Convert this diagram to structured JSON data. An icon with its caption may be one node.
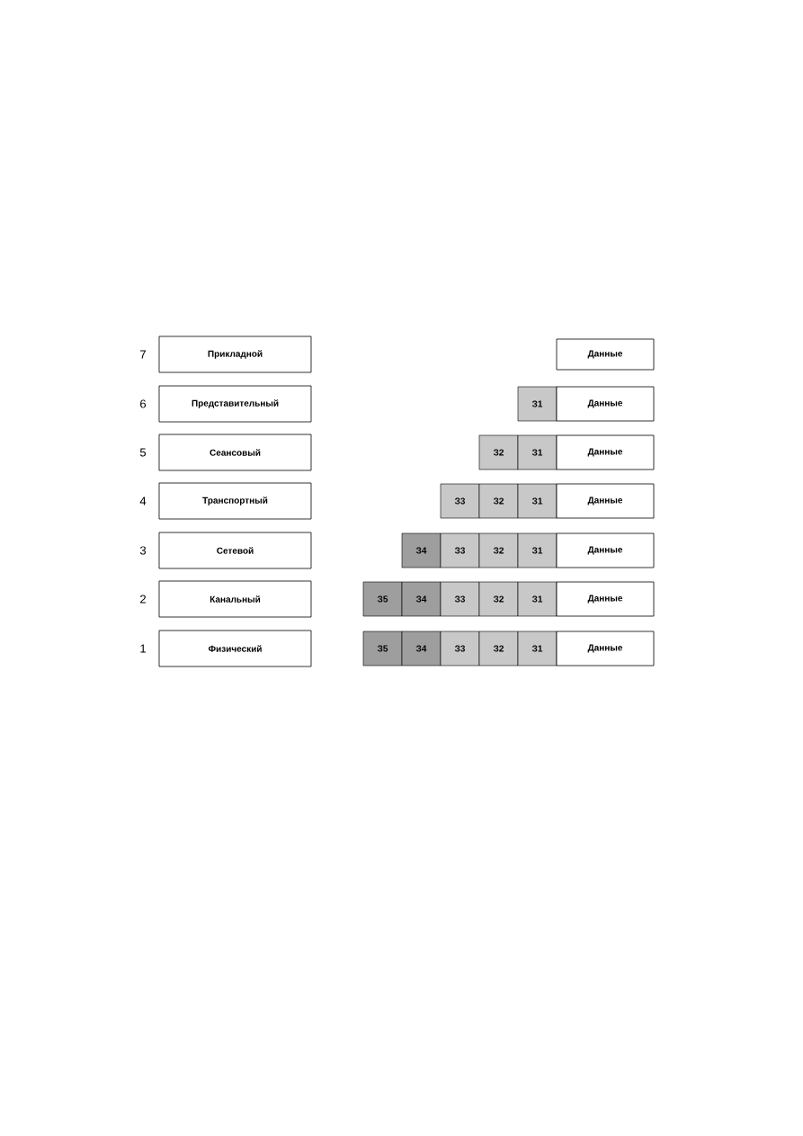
{
  "diagram": {
    "nodes": [
      {
        "text": [
          "Прикладной"
        ],
        "beside": [
          "7"
        ]
      },
      {
        "text": [
          "Данные"
        ]
      },
      {
        "text": [
          "Представительный"
        ],
        "beside": [
          "6"
        ]
      },
      {
        "text": [
          "З1"
        ]
      },
      {
        "text": [
          "Данные"
        ]
      },
      {
        "text": [
          "Сеансовый"
        ],
        "beside": [
          "5"
        ]
      },
      {
        "text": [
          "З2"
        ]
      },
      {
        "text": [
          "З1"
        ]
      },
      {
        "text": [
          "Данные"
        ]
      },
      {
        "text": [
          "Транспортный"
        ],
        "beside": [
          "4"
        ]
      },
      {
        "text": [
          "З3"
        ]
      },
      {
        "text": [
          "З2"
        ]
      },
      {
        "text": [
          "З1"
        ]
      },
      {
        "text": [
          "Данные"
        ]
      },
      {
        "text": [
          "Сетевой"
        ],
        "beside": [
          "3"
        ]
      },
      {
        "text": [
          "З4"
        ]
      },
      {
        "text": [
          "З3"
        ]
      },
      {
        "text": [
          "З2"
        ]
      },
      {
        "text": [
          "З1"
        ]
      },
      {
        "text": [
          "Данные"
        ]
      },
      {
        "text": [
          "Канальный"
        ],
        "beside": [
          "2"
        ]
      },
      {
        "text": [
          "З5"
        ]
      },
      {
        "text": [
          "З4"
        ]
      },
      {
        "text": [
          "З3"
        ]
      },
      {
        "text": [
          "З2"
        ]
      },
      {
        "text": [
          "З1"
        ]
      },
      {
        "text": [
          "Данные"
        ]
      },
      {
        "text": [
          "Физический"
        ],
        "beside": [
          "1"
        ]
      },
      {
        "text": [
          "З5"
        ]
      },
      {
        "text": [
          "З4"
        ]
      },
      {
        "text": [
          "З3"
        ]
      },
      {
        "text": [
          "З2"
        ]
      },
      {
        "text": [
          "З1"
        ]
      },
      {
        "text": [
          "Данные"
        ]
      }
    ]
  }
}
